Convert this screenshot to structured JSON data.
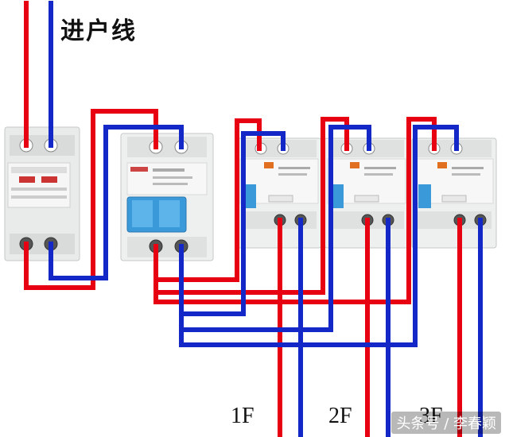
{
  "title": "进户线",
  "floors": [
    "1F",
    "2F",
    "3F"
  ],
  "watermark": "头条号 / 李春颖",
  "colors": {
    "live_wire": "#e60012",
    "neutral_wire": "#1428c8",
    "breaker_body": "#eef0ef",
    "lever": "#3a9ad9"
  }
}
